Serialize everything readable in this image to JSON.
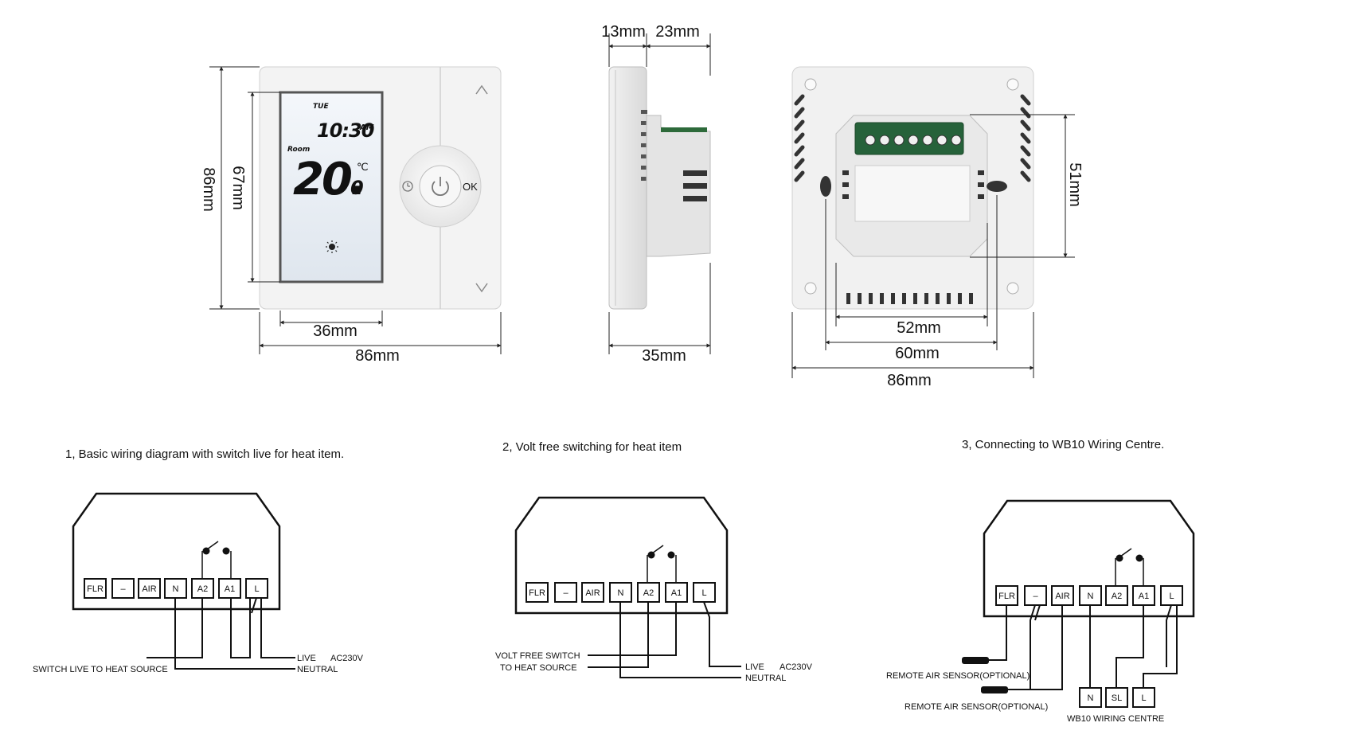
{
  "front_view": {
    "dims": {
      "height_outer": "86mm",
      "height_screen": "67mm",
      "width_screen": "36mm",
      "width_outer": "86mm"
    },
    "lcd": {
      "day": "TUE",
      "time": "10:30",
      "ampm": "AM",
      "room_label": "Room",
      "temp_main": "20.",
      "temp_decimal": "0",
      "unit": "℃"
    },
    "keypad": {
      "ok_label": "OK"
    }
  },
  "side_view": {
    "dims": {
      "front_depth": "13mm",
      "back_depth": "23mm",
      "total_depth": "35mm"
    }
  },
  "back_view": {
    "dims": {
      "module_height": "51mm",
      "module_width": "52mm",
      "mount_spacing": "60mm",
      "width_outer": "86mm"
    }
  },
  "wiring": {
    "diagram1": {
      "caption": "1, Basic wiring diagram with switch live for heat item.",
      "terminals": [
        "FLR",
        "–",
        "AIR",
        "N",
        "A2",
        "A1",
        "L"
      ],
      "labels": {
        "switch_live": "SWITCH LIVE TO HEAT SOURCE",
        "live": "LIVE",
        "ac": "AC230V",
        "neutral": "NEUTRAL"
      }
    },
    "diagram2": {
      "caption": "2, Volt free switching for heat item",
      "terminals": [
        "FLR",
        "–",
        "AIR",
        "N",
        "A2",
        "A1",
        "L"
      ],
      "labels": {
        "vfs_line1": "VOLT FREE SWITCH",
        "vfs_line2": "TO HEAT SOURCE",
        "live": "LIVE",
        "ac": "AC230V",
        "neutral": "NEUTRAL"
      }
    },
    "diagram3": {
      "caption": "3, Connecting to WB10 Wiring Centre.",
      "terminals": [
        "FLR",
        "–",
        "AIR",
        "N",
        "A2",
        "A1",
        "L"
      ],
      "wb10_terminals": [
        "N",
        "SL",
        "L"
      ],
      "labels": {
        "sensor1": "REMOTE AIR SENSOR(OPTIONAL)",
        "sensor2": "REMOTE AIR SENSOR(OPTIONAL)",
        "wb10": "WB10 WIRING CENTRE"
      }
    }
  }
}
